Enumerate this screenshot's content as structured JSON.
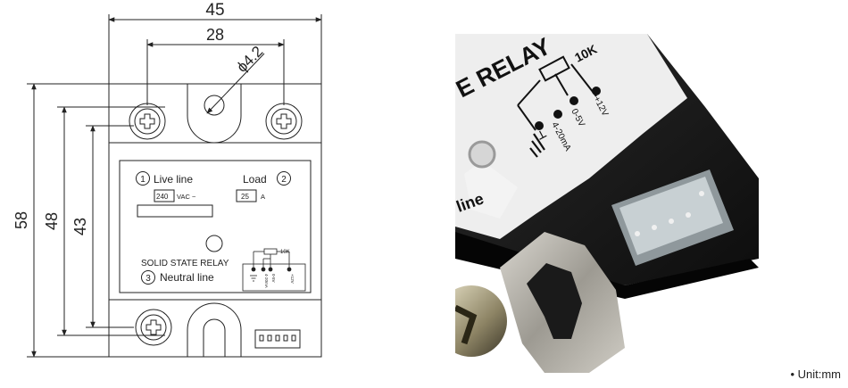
{
  "dimensions": {
    "overall_width": "45",
    "hole_spacing": "28",
    "hole_diameter": "ϕ4.2",
    "overall_height": "58",
    "mount_height": "48",
    "inner_height": "43"
  },
  "panel": {
    "terminal_1": "1",
    "terminal_2": "2",
    "terminal_3": "3",
    "live_line": "Live line",
    "load": "Load",
    "voltage_value": "240",
    "voltage_unit": "VAC ~",
    "current_value": "25",
    "current_unit": "A",
    "product_name": "SOLID STATE RELAY",
    "neutral_line": "Neutral line",
    "pot_value": "10K",
    "pins": [
      "⊥",
      "4-20mA",
      "0-5V",
      "+12V"
    ]
  },
  "photo": {
    "title_fragment": "E RELAY",
    "pot_value": "10K",
    "pins": [
      "⊥",
      "4-20mA",
      "0-5V",
      "+12V"
    ],
    "line_fragment": "line"
  },
  "unit_note": "• Unit:mm"
}
